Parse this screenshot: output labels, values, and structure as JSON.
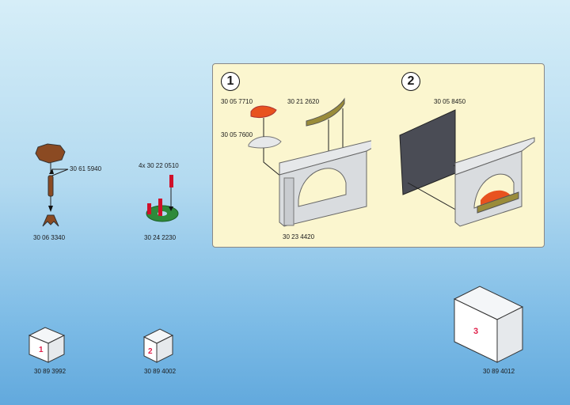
{
  "parts": {
    "table_top": "30 61 5940",
    "table_base": "30 06 3340",
    "candles": "4x  30 22 0510",
    "wreath": "30 24 2230"
  },
  "panel": {
    "step1": {
      "number": "1",
      "flame": "30 05 7710",
      "ash": "30 05 7600",
      "grate": "30 21 2620",
      "fireplace": "30 23 4420"
    },
    "step2": {
      "number": "2",
      "screen": "30 05 8450"
    }
  },
  "bags": [
    {
      "number": "1",
      "code": "30 89 3992"
    },
    {
      "number": "2",
      "code": "30 89 4002"
    },
    {
      "number": "3",
      "code": "30 89 4012"
    }
  ],
  "colors": {
    "panel": "#fbf6cf",
    "bag_number": "#e0204a",
    "flame": "#e8521f",
    "grate": "#9a8c3a",
    "screen": "#4a4c55"
  }
}
